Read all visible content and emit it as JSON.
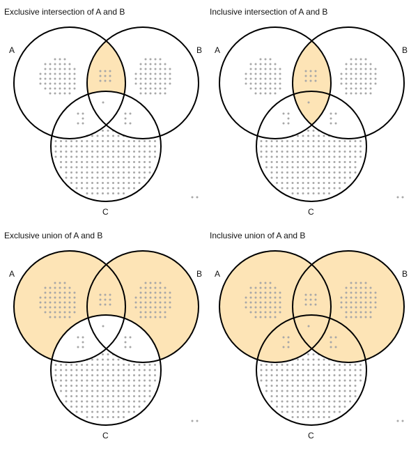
{
  "panels": [
    {
      "title": "Exclusive intersection of A and B",
      "label_a": "A",
      "label_b": "B",
      "label_c": "C",
      "shaded_regions": [
        "AB_only"
      ]
    },
    {
      "title": "Inclusive intersection of A and B",
      "label_a": "A",
      "label_b": "B",
      "label_c": "C",
      "shaded_regions": [
        "AB_only",
        "ABC"
      ]
    },
    {
      "title": "Exclusive union of A and B",
      "label_a": "A",
      "label_b": "B",
      "label_c": "C",
      "shaded_regions": [
        "A_only",
        "B_only",
        "AB_only"
      ]
    },
    {
      "title": "Inclusive union of A and B",
      "label_a": "A",
      "label_b": "B",
      "label_c": "C",
      "shaded_regions": [
        "A_only",
        "B_only",
        "AB_only",
        "ABC",
        "AC_only",
        "BC_only"
      ]
    }
  ],
  "colors": {
    "fill": "#fde4b6",
    "stroke": "#000000",
    "dot": "#a8a8a8",
    "text": "#111111"
  }
}
